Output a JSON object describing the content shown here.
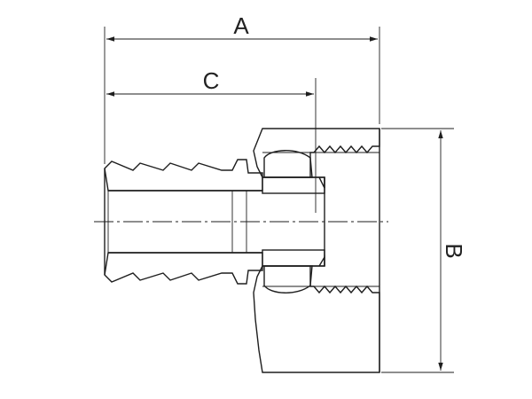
{
  "dimensions": {
    "a_label": "A",
    "b_label": "B",
    "c_label": "C"
  },
  "colors": {
    "line": "#1e1e1e",
    "background": "#ffffff"
  }
}
